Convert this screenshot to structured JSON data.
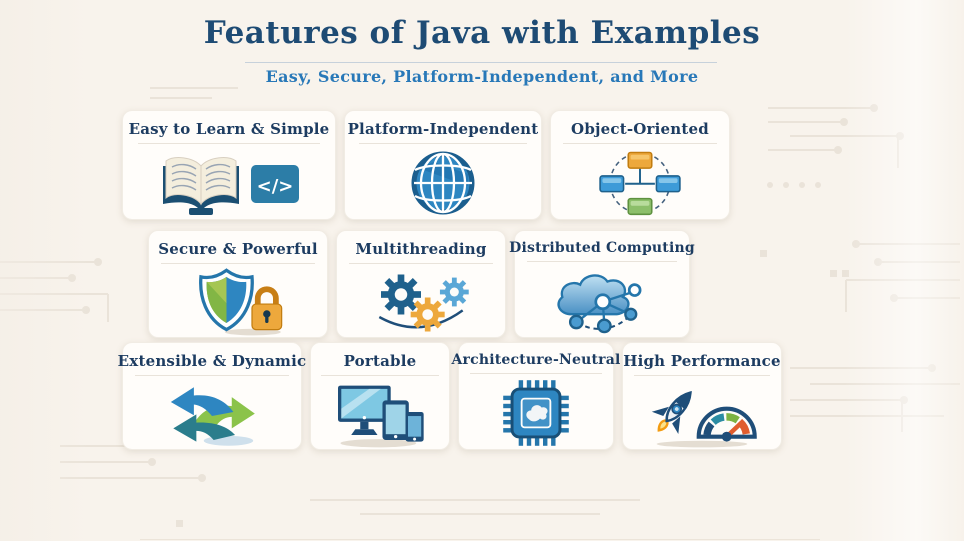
{
  "header": {
    "title": "Features of Java with Examples",
    "subtitle": "Easy, Secure, Platform-Independent, and More"
  },
  "cards": [
    {
      "title": "Easy to Learn & Simple",
      "icon": "book-code-icon",
      "code_glyph": "</>"
    },
    {
      "title": "Platform-Independent",
      "icon": "globe-icon"
    },
    {
      "title": "Object-Oriented",
      "icon": "objects-diagram-icon"
    },
    {
      "title": "Secure & Powerful",
      "icon": "shield-lock-icon"
    },
    {
      "title": "Multithreading",
      "icon": "gears-icon"
    },
    {
      "title": "Distributed Computing",
      "icon": "cloud-network-icon"
    },
    {
      "title": "Extensible & Dynamic",
      "icon": "swap-arrows-icon"
    },
    {
      "title": "Portable",
      "icon": "devices-icon"
    },
    {
      "title": "Architecture-Neutral",
      "icon": "chip-icon"
    },
    {
      "title": "High Performance",
      "icon": "rocket-gauge-icon"
    }
  ],
  "colors": {
    "background": "#f8f3ec",
    "card_background": "#fffdfa",
    "title": "#1e4b74",
    "subtitle": "#2878b8",
    "navy": "#1f4e79",
    "blue": "#2e86c1",
    "light_blue": "#5aa7d6",
    "orange": "#eda83c",
    "green": "#8bc34a",
    "teal": "#2b7d8c",
    "circuit": "#eae3d9"
  }
}
